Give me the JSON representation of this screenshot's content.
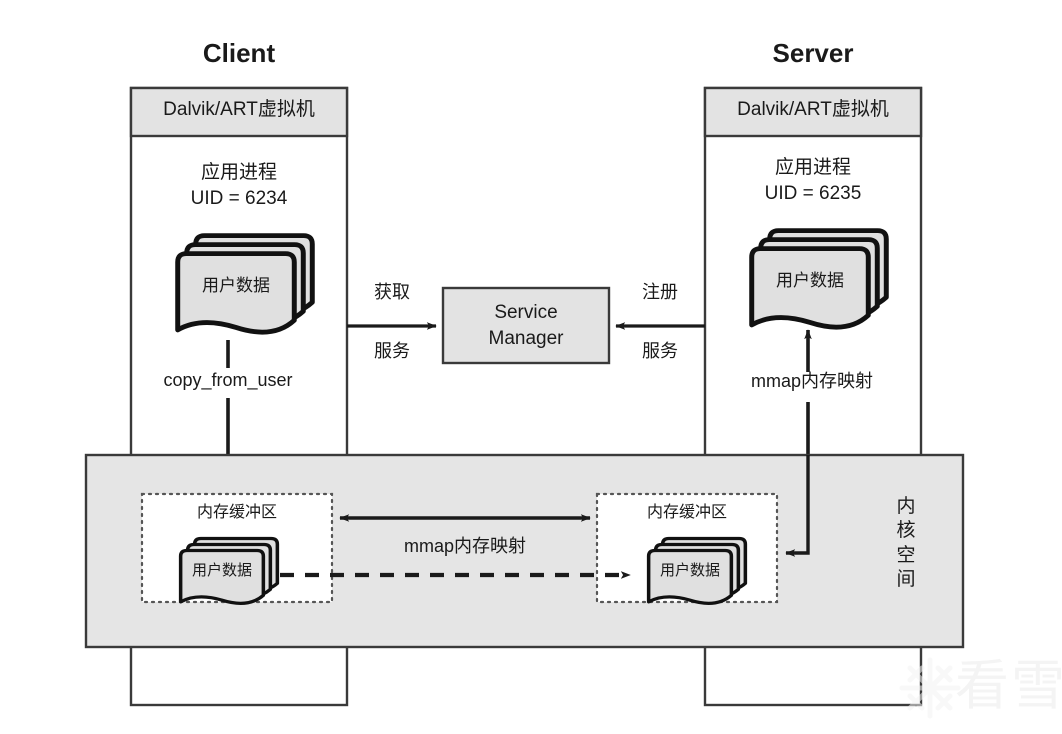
{
  "diagram": {
    "title_client": "Client",
    "title_server": "Server",
    "client": {
      "vm_header": "Dalvik/ART虚拟机",
      "process_line1": "应用进程",
      "process_line2": "UID = 6234",
      "user_data": "用户数据",
      "copy_label": "copy_from_user"
    },
    "server": {
      "vm_header": "Dalvik/ART虚拟机",
      "process_line1": "应用进程",
      "process_line2": "UID = 6235",
      "user_data": "用户数据",
      "mmap_label": "mmap内存映射"
    },
    "service_manager": {
      "line1": "Service",
      "line2": "Manager",
      "left_label_top": "获取",
      "left_label_bottom": "服务",
      "right_label_top": "注册",
      "right_label_bottom": "服务"
    },
    "kernel": {
      "label_chars": [
        "内",
        "核",
        "空",
        "间"
      ],
      "label_text": "内核空间",
      "left_buffer_title": "内存缓冲区",
      "left_buffer_data": "用户数据",
      "right_buffer_title": "内存缓冲区",
      "right_buffer_data": "用户数据",
      "mmap_label": "mmap内存映射"
    },
    "watermark": "看雪"
  },
  "colors": {
    "stroke": "#2b2b2b",
    "fill_gray": "#e3e3e3",
    "fill_white": "#ffffff",
    "kernel_band": "#e5e5e5",
    "doc_fill": "#e0e0e0",
    "text": "#1a1a1a"
  }
}
